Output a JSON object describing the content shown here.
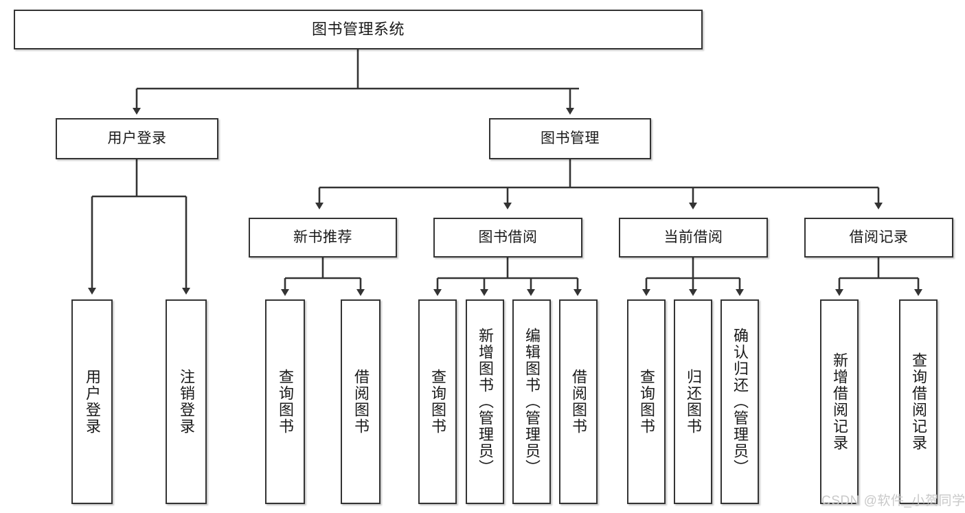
{
  "diagram": {
    "title": "图书管理系统",
    "type": "tree-hierarchy-chart",
    "watermark": "CSDN @软件_小贺同学",
    "colors": {
      "box_border": "#333333",
      "box_fill": "#ffffff",
      "edge": "#333333",
      "text": "#1a1a1a",
      "watermark": "#c9c9c9",
      "background": "#ffffff"
    },
    "root": {
      "label": "图书管理系统"
    },
    "level1": [
      {
        "label": "用户登录"
      },
      {
        "label": "图书管理"
      }
    ],
    "level2": [
      {
        "label": "新书推荐"
      },
      {
        "label": "图书借阅"
      },
      {
        "label": "当前借阅"
      },
      {
        "label": "借阅记录"
      }
    ],
    "leaves": {
      "user_login": [
        {
          "label": "用户登录"
        },
        {
          "label": "注销登录"
        }
      ],
      "new_book_recommend": [
        {
          "label": "查询图书"
        },
        {
          "label": "借阅图书"
        }
      ],
      "book_borrow": [
        {
          "label": "查询图书"
        },
        {
          "label": "新增图书（管理员）"
        },
        {
          "label": "编辑图书（管理员）"
        },
        {
          "label": "借阅图书"
        }
      ],
      "current_borrow": [
        {
          "label": "查询图书"
        },
        {
          "label": "归还图书"
        },
        {
          "label": "确认归还（管理员）"
        }
      ],
      "borrow_record": [
        {
          "label": "新增借阅记录"
        },
        {
          "label": "查询借阅记录"
        }
      ]
    }
  }
}
